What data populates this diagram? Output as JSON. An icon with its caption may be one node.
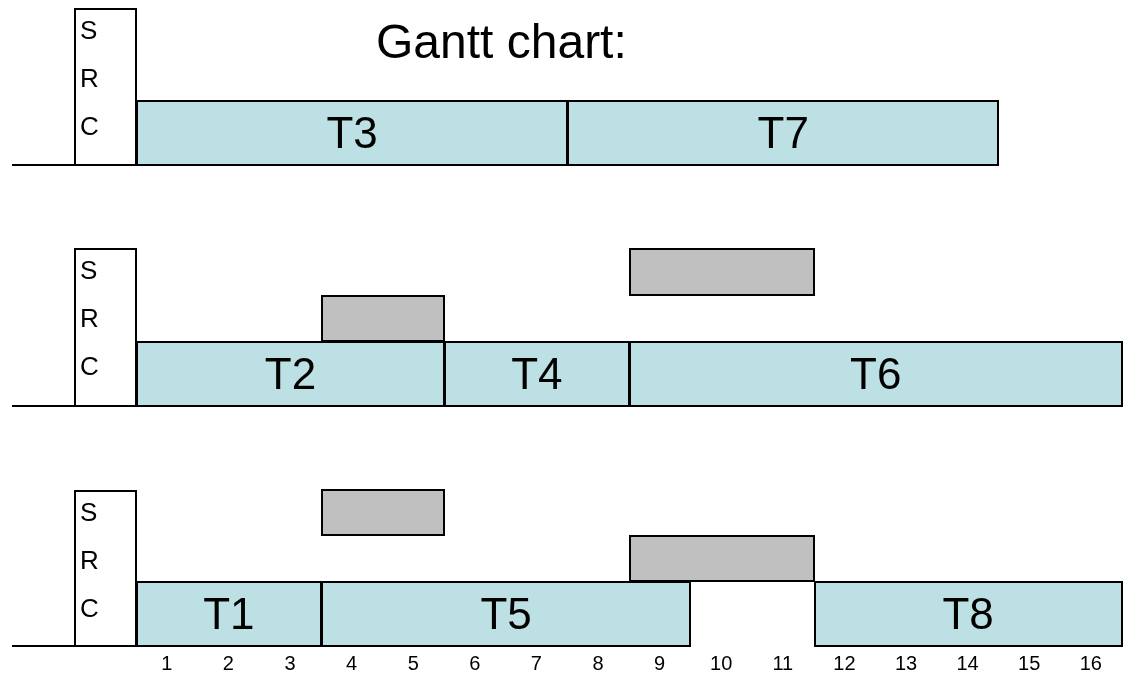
{
  "diagram": {
    "title": "Gantt chart:",
    "nodes": [
      {
        "text": [
          "S R C"
        ]
      },
      {
        "text": [
          "T3"
        ]
      },
      {
        "text": [
          "T7"
        ]
      },
      {
        "text": [
          "S R C"
        ]
      },
      {
        "text": [],
        "shape": "box"
      },
      {
        "text": [],
        "shape": "box"
      },
      {
        "text": [
          "T2"
        ]
      },
      {
        "text": [
          "T4"
        ]
      },
      {
        "text": [
          "T6"
        ]
      },
      {
        "text": [
          "S R C"
        ]
      },
      {
        "text": [],
        "shape": "box"
      },
      {
        "text": [],
        "shape": "box"
      },
      {
        "text": [
          "T1"
        ]
      },
      {
        "text": [
          "T5"
        ]
      },
      {
        "text": [
          "T8"
        ]
      }
    ],
    "edges": [],
    "labels": [
      "1",
      "2",
      "3",
      "4",
      "5",
      "6",
      "7",
      "8",
      "9",
      "10",
      "11",
      "12",
      "13",
      "14",
      "15",
      "16"
    ]
  }
}
